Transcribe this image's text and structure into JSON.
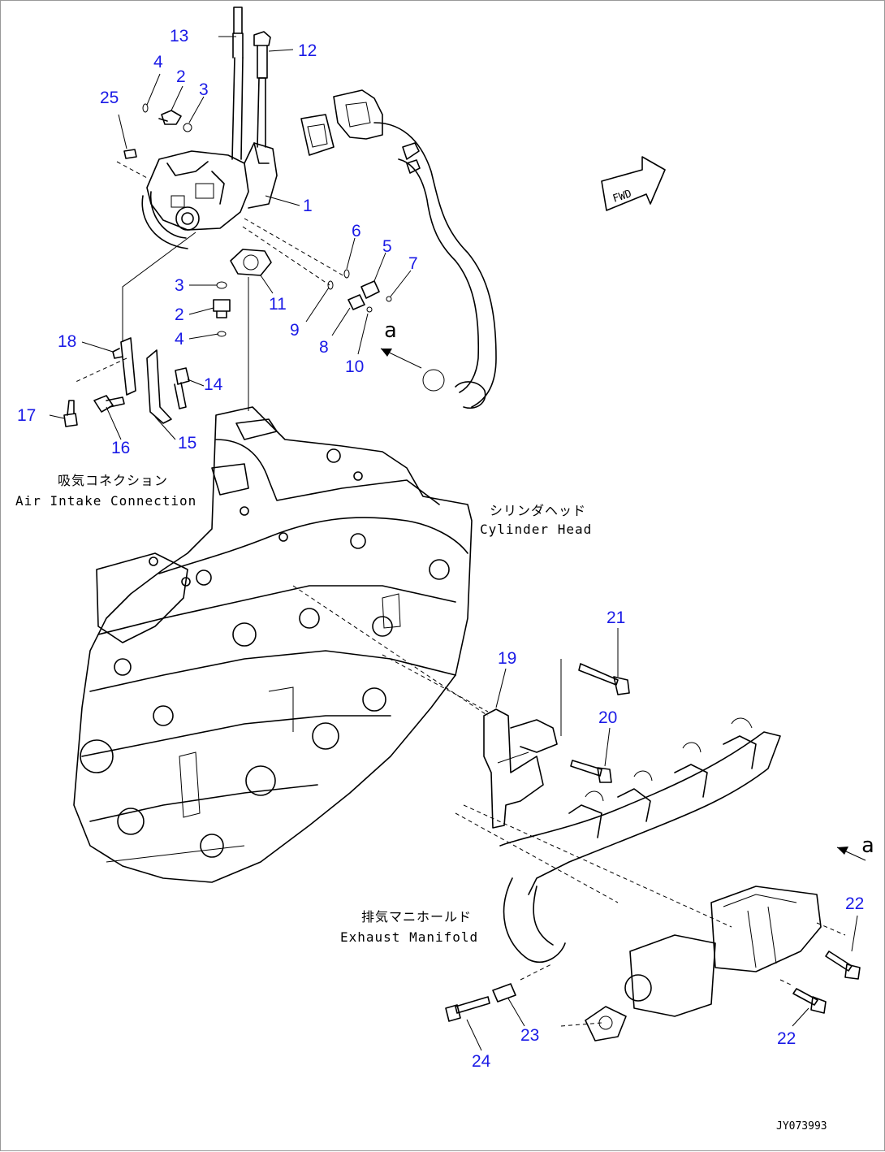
{
  "parts": [
    {
      "id": "p1",
      "label": "1"
    },
    {
      "id": "p2a",
      "label": "2"
    },
    {
      "id": "p2b",
      "label": "2"
    },
    {
      "id": "p3a",
      "label": "3"
    },
    {
      "id": "p3b",
      "label": "3"
    },
    {
      "id": "p4a",
      "label": "4"
    },
    {
      "id": "p4b",
      "label": "4"
    },
    {
      "id": "p5",
      "label": "5"
    },
    {
      "id": "p6",
      "label": "6"
    },
    {
      "id": "p7",
      "label": "7"
    },
    {
      "id": "p8",
      "label": "8"
    },
    {
      "id": "p9",
      "label": "9"
    },
    {
      "id": "p10",
      "label": "10"
    },
    {
      "id": "p11",
      "label": "11"
    },
    {
      "id": "p12",
      "label": "12"
    },
    {
      "id": "p13",
      "label": "13"
    },
    {
      "id": "p14",
      "label": "14"
    },
    {
      "id": "p15",
      "label": "15"
    },
    {
      "id": "p16",
      "label": "16"
    },
    {
      "id": "p17",
      "label": "17"
    },
    {
      "id": "p18",
      "label": "18"
    },
    {
      "id": "p19",
      "label": "19"
    },
    {
      "id": "p20",
      "label": "20"
    },
    {
      "id": "p21",
      "label": "21"
    },
    {
      "id": "p22a",
      "label": "22"
    },
    {
      "id": "p22b",
      "label": "22"
    },
    {
      "id": "p23",
      "label": "23"
    },
    {
      "id": "p24",
      "label": "24"
    },
    {
      "id": "p25",
      "label": "25"
    }
  ],
  "captions": {
    "air_intake_jp": "吸気コネクション",
    "air_intake_en": "Air Intake Connection",
    "cylinder_head_jp": "シリンダヘッド",
    "cylinder_head_en": "Cylinder Head",
    "exhaust_manifold_jp": "排気マニホールド",
    "exhaust_manifold_en": "Exhaust Manifold"
  },
  "view_marker": "a",
  "fwd_label": "FWD",
  "drawing_code": "JY073993"
}
